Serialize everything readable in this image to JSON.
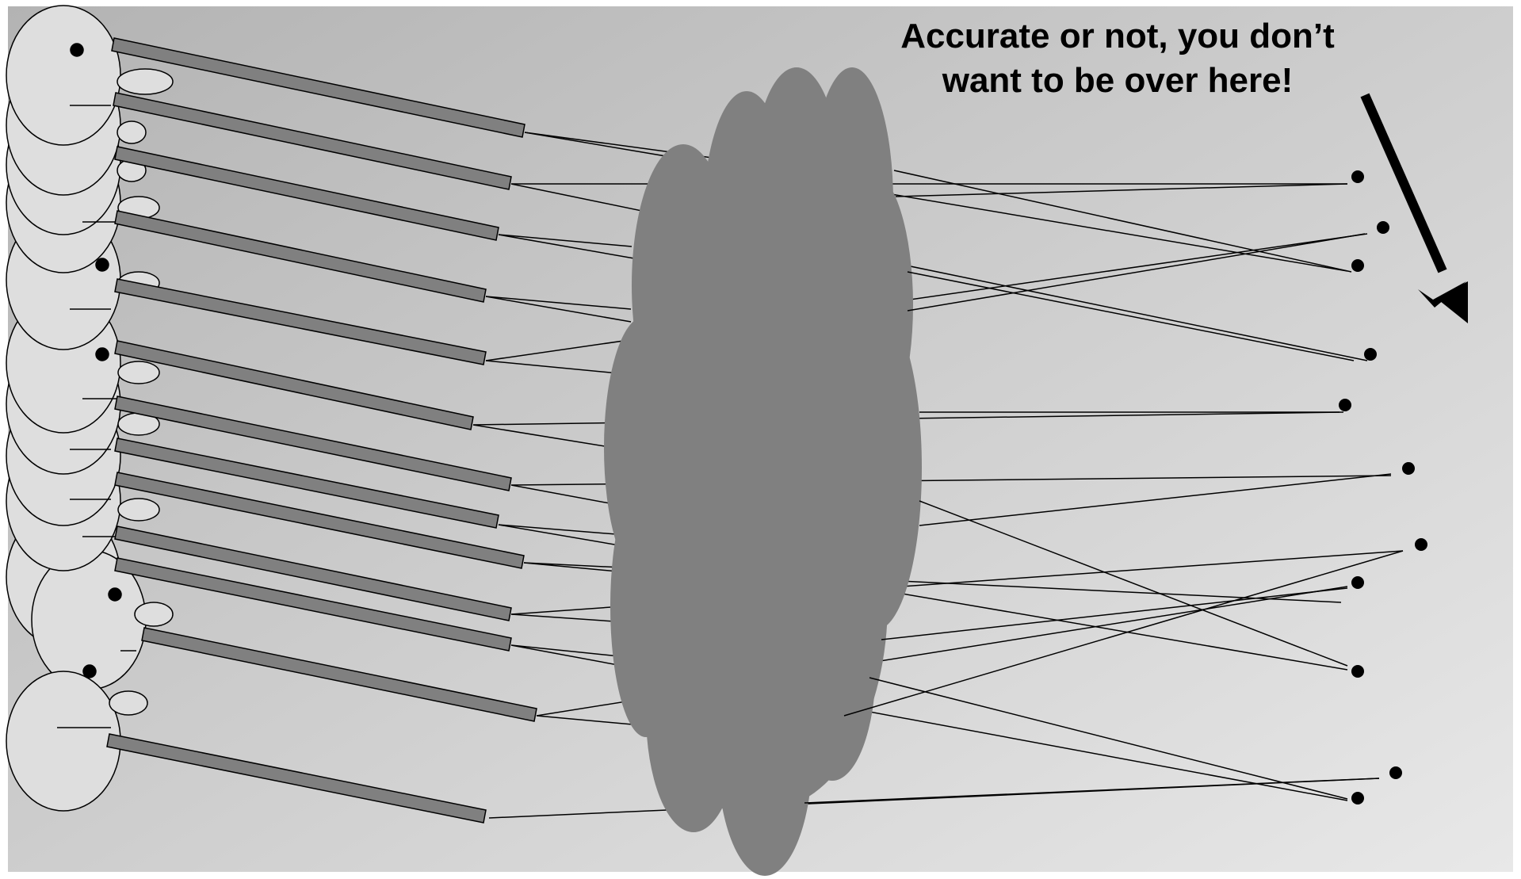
{
  "caption": {
    "line1": "Accurate or not, you don’t",
    "line2": "want to be over here!"
  },
  "colors": {
    "background_dark": "#b3b3b3",
    "background_light": "#e6e6e6",
    "face_fill": "#dedede",
    "barrel_fill": "#808080",
    "cloud_fill": "#808080",
    "ink": "#000000"
  },
  "icons": {
    "shooter": "face-icon",
    "weapon": "rifle-barrel",
    "obscurant": "smoke-cloud",
    "impact": "hit-dot",
    "pointer": "arrow-down-right-icon"
  }
}
